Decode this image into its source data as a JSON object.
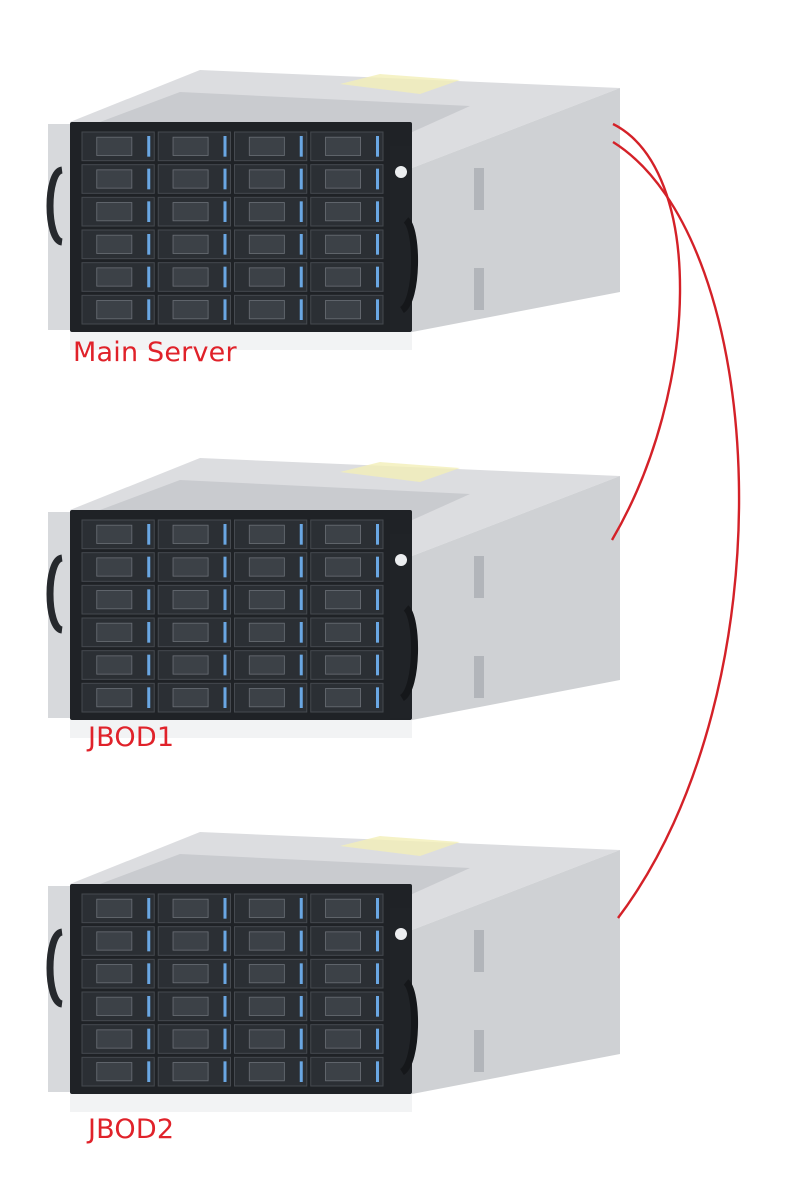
{
  "units": [
    {
      "id": "main",
      "label": "Main Server"
    },
    {
      "id": "jbod1",
      "label": "JBOD1"
    },
    {
      "id": "jbod2",
      "label": "JBOD2"
    }
  ],
  "drive_grid": {
    "columns": 4,
    "rows": 6
  },
  "colors": {
    "cable": "#d42128",
    "label": "#e0222a",
    "chassis_top": "#dcdde0",
    "chassis_side": "#cfd1d4",
    "front_panel": "#1f2226",
    "drive_tray": "#2b2f34",
    "drive_led": "#6aa7e3"
  },
  "connections": [
    {
      "from": "main",
      "to": "jbod1"
    },
    {
      "from": "main",
      "to": "jbod2"
    }
  ]
}
